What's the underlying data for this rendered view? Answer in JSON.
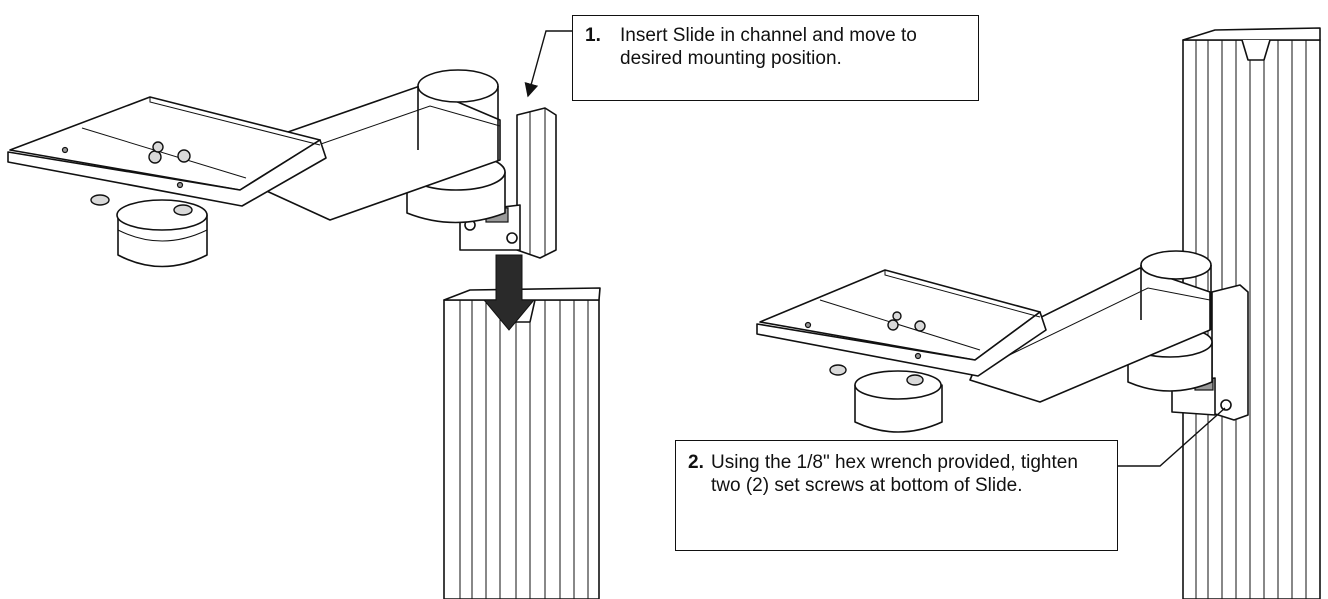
{
  "callouts": [
    {
      "number": "1.",
      "text": "Insert Slide in channel and move to desired mounting position."
    },
    {
      "number": "2.",
      "text": "Using the 1/8\" hex wrench provided, tighten two (2) set screws at bottom of Slide."
    }
  ],
  "icons": {
    "insert_arrow": "down-arrow-icon",
    "leader_arrow": "leader-arrow-icon"
  }
}
